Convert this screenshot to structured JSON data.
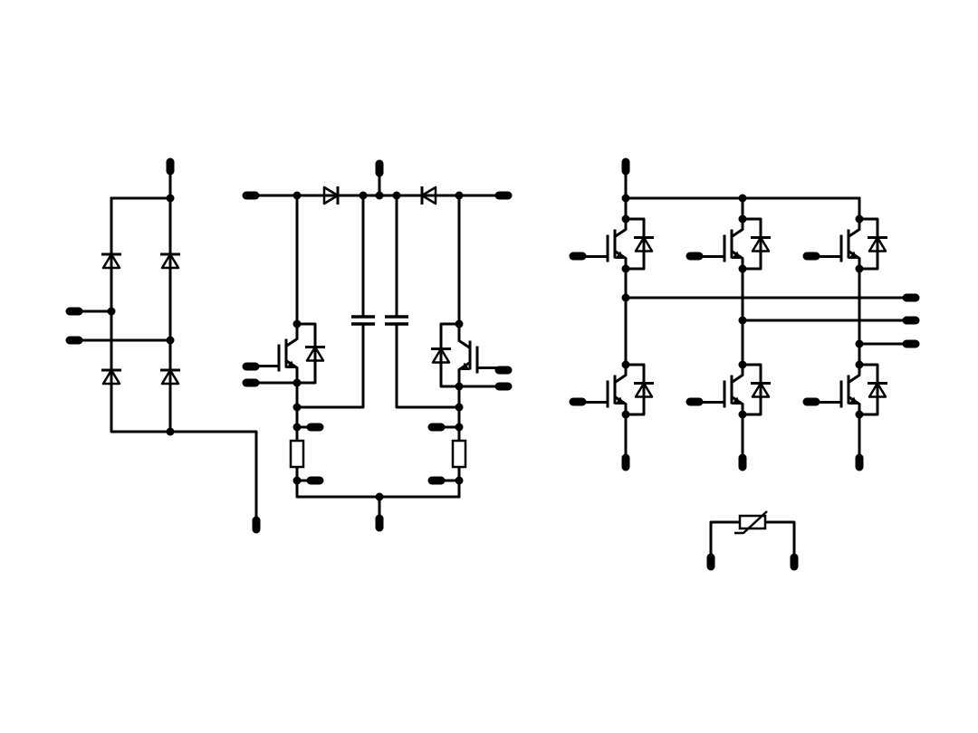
{
  "diagram": {
    "type": "power-module-schematic",
    "blocks": [
      {
        "name": "rectifier-bridge",
        "diodes": 4,
        "terminals": 4
      },
      {
        "name": "boost-pfc-stage",
        "igbts": 2,
        "diodes": 2,
        "capacitors": 2,
        "resistors": 2,
        "terminals": 12
      },
      {
        "name": "three-phase-inverter",
        "igbts": 6,
        "terminals": 13
      },
      {
        "name": "ntc-thermistor",
        "terminals": 2
      }
    ]
  },
  "colors": {
    "stroke": "#000000",
    "background": "#ffffff"
  }
}
